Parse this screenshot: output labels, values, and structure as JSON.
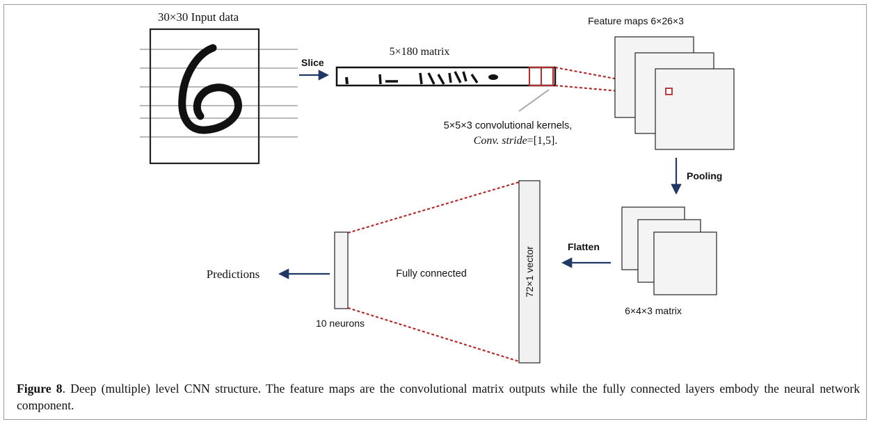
{
  "diagram": {
    "input_label": "30×30 Input data",
    "slice_label": "Slice",
    "matrix_label": "5×180 matrix",
    "feature_maps_label": "Feature maps 6×26×3",
    "kernel_line1": "5×5×3 convolutional kernels,",
    "kernel_line2_italic": "Conv. stride",
    "kernel_line2_rest": "=[1,5].",
    "pooling_label": "Pooling",
    "flatten_label": "Flatten",
    "pooled_label": "6×4×3 matrix",
    "vector_label": "72×1 vector",
    "fc_label": "Fully connected",
    "neurons_label": "10 neurons",
    "predictions_label": "Predictions"
  },
  "caption": {
    "figure_label": "Figure 8",
    "text": ". Deep (multiple) level CNN structure. The feature maps are the convolutional matrix outputs while the fully connected layers embody the neural network component."
  },
  "colors": {
    "arrow": "#1f3864",
    "kernel_red": "#b52a2a",
    "leader_gray": "#a8a8a8"
  }
}
